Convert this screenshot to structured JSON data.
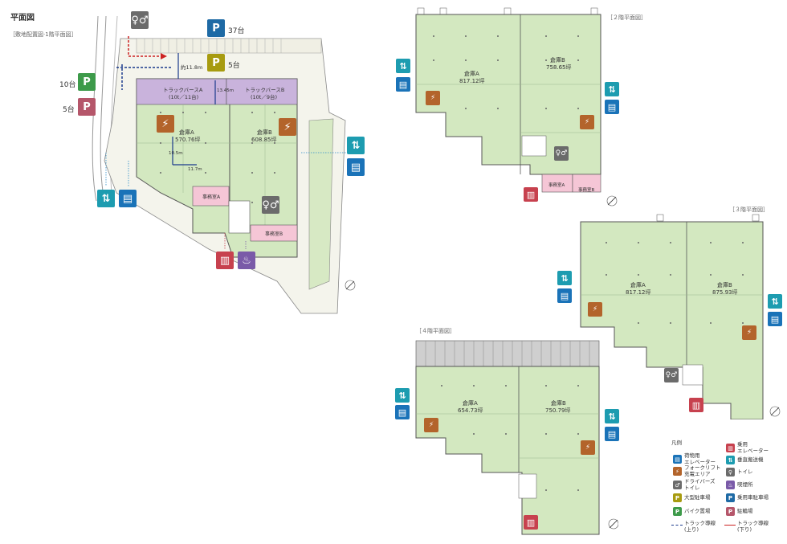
{
  "header": {
    "title": "平面図",
    "subtitle": "［敷地配置図·1階平面図］"
  },
  "floor2": {
    "label": "［２階平面図］"
  },
  "floor3": {
    "label": "［３階平面図］"
  },
  "floor4": {
    "label": "［４階平面図］"
  },
  "ground": {
    "truck_a": "トラックバースA",
    "truck_a_cap": "(10t／11台)",
    "truck_b": "トラックバースB",
    "truck_b_cap": "(10t／9台)",
    "whA": "倉庫A",
    "whA_area": "570.76坪",
    "whB": "倉庫B",
    "whB_area": "608.85坪",
    "office_a": "事務室A",
    "office_b": "事務室B",
    "dim_118": "約11.8m",
    "dim_1345": "13.45m",
    "dim_105": "10.5m",
    "dim_117": "11.7m",
    "p37": "37台",
    "p5": "5台",
    "bike10": "10台",
    "bike5": "5台"
  },
  "f2": {
    "whA": "倉庫A",
    "whA_area": "817.12坪",
    "whB": "倉庫B",
    "whB_area": "758.65坪",
    "office_a": "事務室A",
    "office_b": "事務室B"
  },
  "f3": {
    "whA": "倉庫A",
    "whA_area": "817.12坪",
    "whB": "倉庫B",
    "whB_area": "875.93坪"
  },
  "f4": {
    "whA": "倉庫A",
    "whA_area": "654.73坪",
    "whB": "倉庫B",
    "whB_area": "750.79坪"
  },
  "legend": {
    "title": "凡例",
    "items": [
      "荷物用\nエレベーター",
      "乗用\nエレベーター",
      "フォークリフト\n充電エリア",
      "垂直搬送機",
      "ドライバーズ\nトイレ",
      "トイレ",
      "大型駐車場",
      "喫煙所",
      "バイク置場",
      "乗用車駐車場",
      "トラック導線\n(上り)",
      "駐輪場",
      "トラック導線\n(下り)"
    ]
  },
  "colors": {
    "warehouse": "#d3e8c0",
    "truck_berth": "#c9b3dc",
    "office": "#f5c6d6",
    "grid": "#9bb98f"
  }
}
